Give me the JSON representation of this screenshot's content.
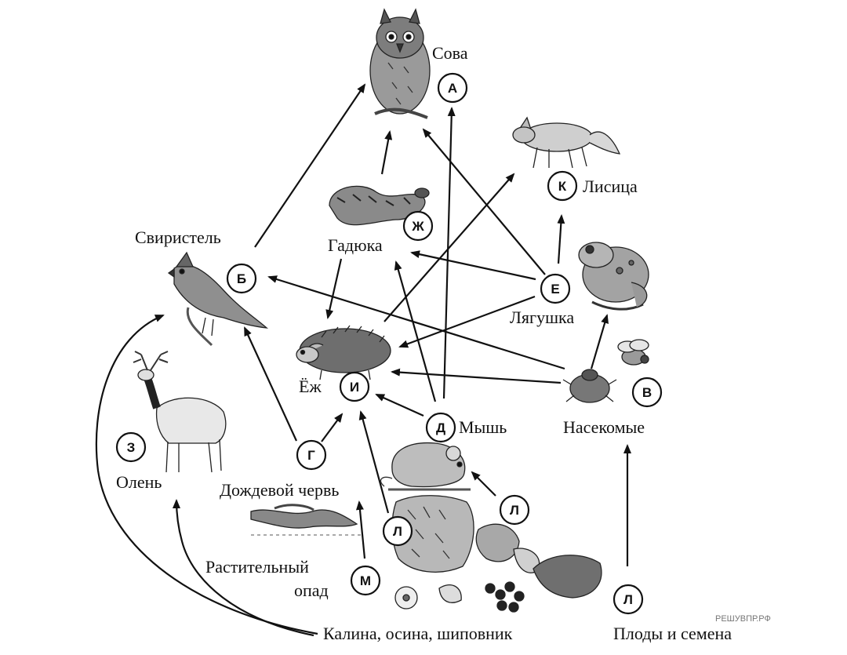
{
  "watermark": "РЕШУВПР.РФ",
  "nodes": {
    "owl": {
      "name": "Сова",
      "letter": "А",
      "icon": "owl-icon"
    },
    "waxwing": {
      "name": "Свиристель",
      "letter": "Б",
      "icon": "waxwing-icon"
    },
    "insects": {
      "name": "Насекомые",
      "letter": "В",
      "icon": "insects-icon"
    },
    "worm": {
      "name": "Дождевой червь",
      "letter": "Г",
      "icon": "earthworm-icon"
    },
    "mouse": {
      "name": "Мышь",
      "letter": "Д",
      "icon": "mouse-icon"
    },
    "frog": {
      "name": "Лягушка",
      "letter": "Е",
      "icon": "frog-icon"
    },
    "viper": {
      "name": "Гадюка",
      "letter": "Ж",
      "icon": "viper-icon"
    },
    "deer": {
      "name": "Олень",
      "letter": "З",
      "icon": "deer-icon"
    },
    "hedgehog": {
      "name": "Ёж",
      "letter": "И",
      "icon": "hedgehog-icon"
    },
    "fox": {
      "name": "Лисица",
      "letter": "К",
      "icon": "fox-icon"
    },
    "plants": {
      "name": "Калина, осина, шиповник",
      "letter": "Л",
      "icon": "plants-icon"
    },
    "fruits": {
      "name": "Плоды и семена",
      "letter": "Л"
    },
    "litter": {
      "name_line1": "Растительный",
      "name_line2": "опад",
      "letter": "М"
    }
  },
  "extra_letters": {
    "l_plants_left": "Л",
    "l_plants_right": "Л"
  }
}
